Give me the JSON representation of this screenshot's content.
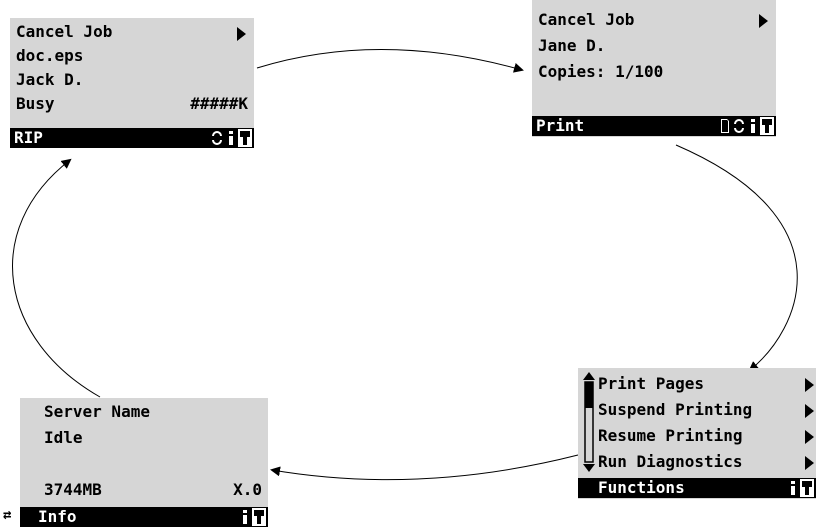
{
  "screens": {
    "rip": {
      "lines": [
        "Cancel Job",
        "doc.eps",
        "Jack D.",
        "Busy"
      ],
      "busy_value": "#####K",
      "status_label": "RIP"
    },
    "print": {
      "lines": [
        "Cancel Job",
        "Jane D.",
        "Copies: 1/100"
      ],
      "status_label": "Print"
    },
    "functions": {
      "menu_items": [
        "Print Pages",
        "Suspend Printing",
        "Resume Printing",
        "Run Diagnostics"
      ],
      "status_label": "Functions"
    },
    "info": {
      "lines": [
        "Server Name",
        "Idle",
        "3744MB"
      ],
      "version": "X.0",
      "status_label": "Info"
    }
  },
  "icons": {
    "rip": [
      "cycle-icon",
      "info-icon",
      "tool-icon"
    ],
    "print": [
      "page-icon",
      "cycle-icon",
      "info-icon",
      "tool-icon"
    ],
    "functions": [
      "info-icon",
      "tool-icon"
    ],
    "info": [
      "swap-icon",
      "info-icon",
      "tool-icon"
    ]
  },
  "colors": {
    "lcd": "#d6d6d6",
    "bar": "#000000",
    "text": "#000000"
  }
}
